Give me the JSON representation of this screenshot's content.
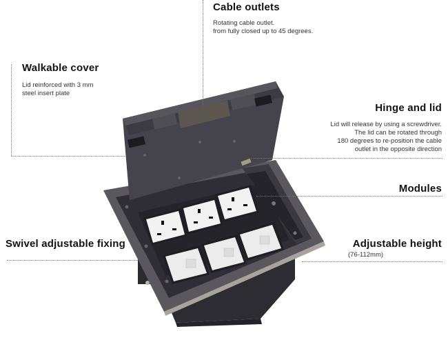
{
  "callouts": {
    "cable_outlets": {
      "title": "Cable outlets",
      "description": "Rotating cable outlet.\nfrom fully closed up to 45 degrees."
    },
    "walkable_cover": {
      "title": "Walkable cover",
      "description": "Lid reinforced with 3 mm\nsteel insert plate"
    },
    "hinge_and_lid": {
      "title": "Hinge and lid",
      "description": "Lid will release by using a screwdriver.\nThe lid can be rotated through\n180 degrees to re-position the cable\noutlet in the opposite direction"
    },
    "modules": {
      "title": "Modules"
    },
    "swivel_fixing": {
      "title": "Swivel adjustable fixing"
    },
    "adjustable_height": {
      "title": "Adjustable height",
      "description": "(76-112mm)"
    }
  },
  "product": {
    "name": "floor-box",
    "power_sockets": 3,
    "data_modules": 3,
    "colors": {
      "body": "#3a3840",
      "lid": "#4a4850",
      "frame": "#5d5a62",
      "socket_face": "#f2f2f2",
      "foam": "#5b574f"
    }
  }
}
